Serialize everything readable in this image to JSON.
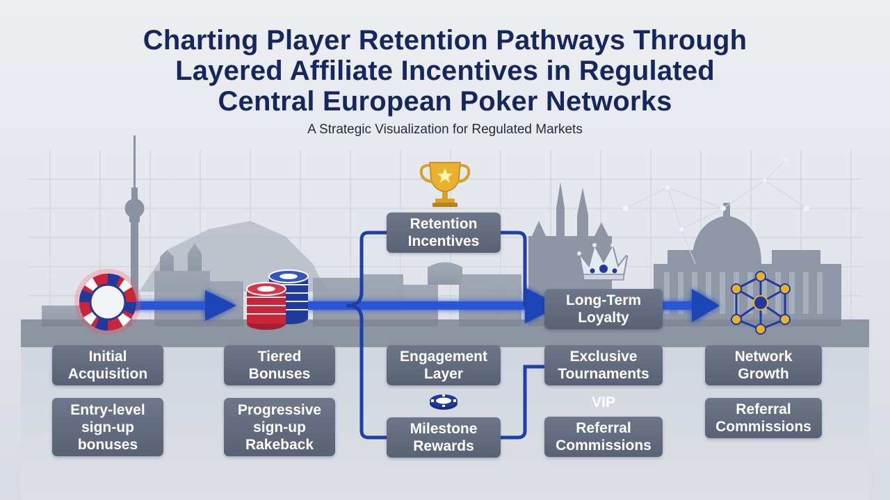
{
  "title_lines": [
    "Charting Player Retention Pathways Through",
    "Layered Affiliate Incentives in Regulated",
    "Central European Poker Networks"
  ],
  "subtitle": "A Strategic Visualization for Regulated Markets",
  "colors": {
    "title": "#16275e",
    "flow_arrow": "#1f45b8",
    "chip_red": "#c8253a",
    "chip_blue": "#1f3a9c",
    "label_box": "#636b7e",
    "gold": "#e9b22e"
  },
  "icons": [
    "poker-chip-icon",
    "chip-stack-icon",
    "trophy-icon",
    "crown-icon",
    "small-chip-icon",
    "network-icon"
  ],
  "columns": [
    {
      "id": "initial-acquisition",
      "label": [
        "Initial",
        "Acquisition"
      ],
      "sub": [
        "Entry-level",
        "sign-up",
        "bonuses"
      ]
    },
    {
      "id": "tiered-bonuses",
      "label": [
        "Tiered",
        "Bonuses"
      ],
      "sub": [
        "Progressive",
        "sign-up",
        "Rakeback"
      ]
    },
    {
      "id": "engagement",
      "top": [
        "Retention",
        "Incentives"
      ],
      "label": [
        "Engagement",
        "Layer"
      ],
      "bottom": [
        "Milestone",
        "Rewards"
      ]
    },
    {
      "id": "loyalty",
      "top": [
        "Long-Term",
        "Loyalty"
      ],
      "label": [
        "Exclusive",
        "Tournaments"
      ],
      "middle": "VIP",
      "sub": [
        "Referral",
        "Commissions"
      ]
    },
    {
      "id": "network-growth",
      "label": [
        "Network",
        "Growth"
      ],
      "sub": [
        "Referral",
        "Commissions"
      ]
    }
  ]
}
